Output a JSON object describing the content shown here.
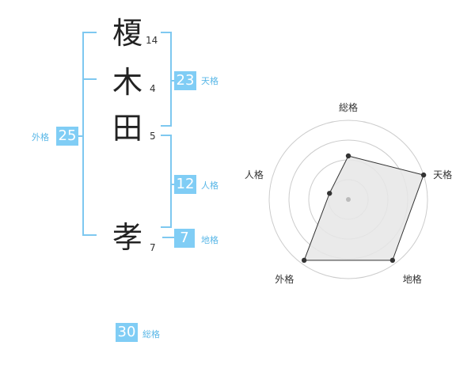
{
  "name": {
    "chars": [
      {
        "char": "榎",
        "strokes": "14"
      },
      {
        "char": "木",
        "strokes": "4"
      },
      {
        "char": "田",
        "strokes": "5"
      },
      {
        "char": "孝",
        "strokes": "7"
      }
    ]
  },
  "fortune": {
    "tenkaku": {
      "value": "23",
      "label": "天格"
    },
    "jinkaku": {
      "value": "12",
      "label": "人格"
    },
    "chikaku": {
      "value": "7",
      "label": "地格"
    },
    "gaikaku": {
      "value": "25",
      "label": "外格"
    },
    "soukaku": {
      "value": "30",
      "label": "総格"
    }
  },
  "chart_data": {
    "type": "radar",
    "categories": [
      "総格",
      "天格",
      "地格",
      "外格",
      "人格"
    ],
    "values": [
      0.55,
      1.0,
      0.95,
      0.95,
      0.25
    ],
    "rmax": 1,
    "rings": 4,
    "colors": {
      "fill": "#e6e6e6",
      "line": "#333333",
      "grid": "#cccccc",
      "center": "#bbbbbb"
    }
  }
}
